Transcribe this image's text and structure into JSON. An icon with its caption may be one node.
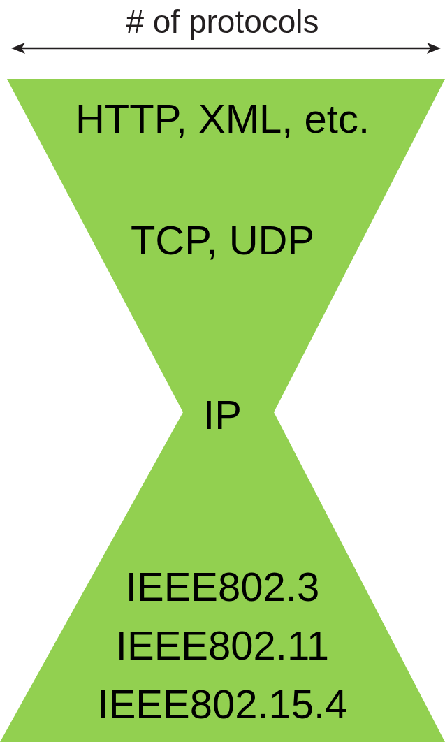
{
  "diagram": {
    "nodes": [
      {
        "text": [
          "HTTP, XML, etc.",
          "TCP, UDP",
          "IP",
          "IEEE802.3",
          "IEEE802.11",
          "IEEE802.15.4"
        ]
      }
    ],
    "labels": [
      "# of protocols"
    ]
  }
}
